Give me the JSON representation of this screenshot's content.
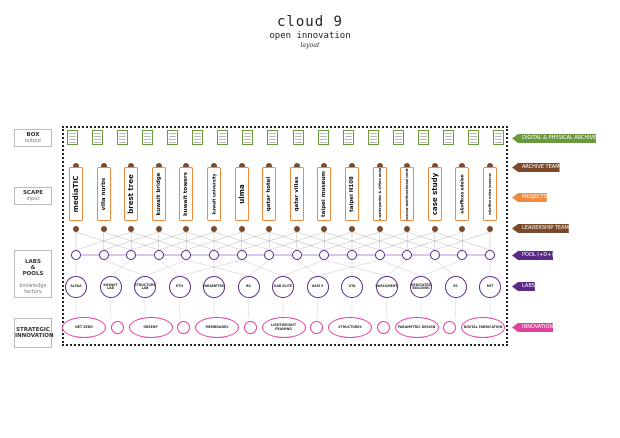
{
  "header": {
    "title": "cloud 9",
    "subtitle": "open innovation",
    "caption": "layout"
  },
  "left_labels": {
    "box": {
      "title": "BOX",
      "sub": "output"
    },
    "scape": {
      "title": "SCAPE",
      "sub": "input"
    },
    "labs": {
      "title": "LABS\n&\nPOOLS",
      "sub": "knowledge\nfactory"
    },
    "strategic": {
      "title": "STRATEGIC\nINNOVATION",
      "sub": ""
    }
  },
  "right_labels": {
    "archive": "DIGITAL & PHYSICAL ARCHIVE",
    "archive_team": "ARCHIVE TEAM",
    "projects": "PROJECTS",
    "leadership": "LEADERSHIP TEAM",
    "pool": "POOL (+D+)",
    "labs": "LABS",
    "innovation": "INNOVATION"
  },
  "projects": [
    "mediaTIC",
    "villa nurbs",
    "brest tree",
    "kuwait bridge",
    "kuwait towers",
    "kuwait university",
    "ulma",
    "qatar hotel",
    "qatar villas",
    "taipei museum",
    "taipei H108",
    "tate watergarden & clifton museum",
    "moscow multifunctional centre",
    "case study",
    "e&offices edelon",
    "e&office edlen moscow"
  ],
  "labs": [
    "ALFAA",
    "KUWAIT LAB",
    "STRUCTURE LAB",
    "ETH",
    "PARAMETRIC",
    "BS",
    "KAB ELITE",
    "UAM 5",
    "UTA",
    "BARCAMENT",
    "DEDICATED BUILDING",
    "ES",
    "MIT"
  ],
  "innovation": [
    "NET ZERO",
    "GREENF",
    "MEMBRANES",
    "LIGHTWEIGHT FRAMING",
    "STRUCTURES",
    "PARAMETRIC DESIGN",
    "DIGITAL FABRICATION"
  ],
  "colors": {
    "archive": "#6a9a3e",
    "archive_team": "#7a4a2a",
    "projects": "#f08a3c",
    "leadership": "#7a4a2a",
    "pool": "#5a2a8a",
    "labs": "#5a2a8a",
    "innovation": "#e0409e"
  }
}
